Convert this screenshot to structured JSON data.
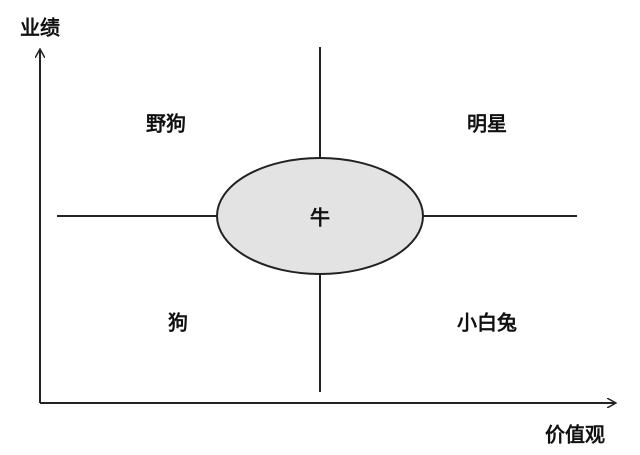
{
  "axes": {
    "y_label": "业绩",
    "x_label": "价值观"
  },
  "quadrants": {
    "top_left": "野狗",
    "top_right": "明星",
    "bottom_left": "狗",
    "bottom_right": "小白兔"
  },
  "center": {
    "label": "牛",
    "fill": "#e3e3e3"
  }
}
